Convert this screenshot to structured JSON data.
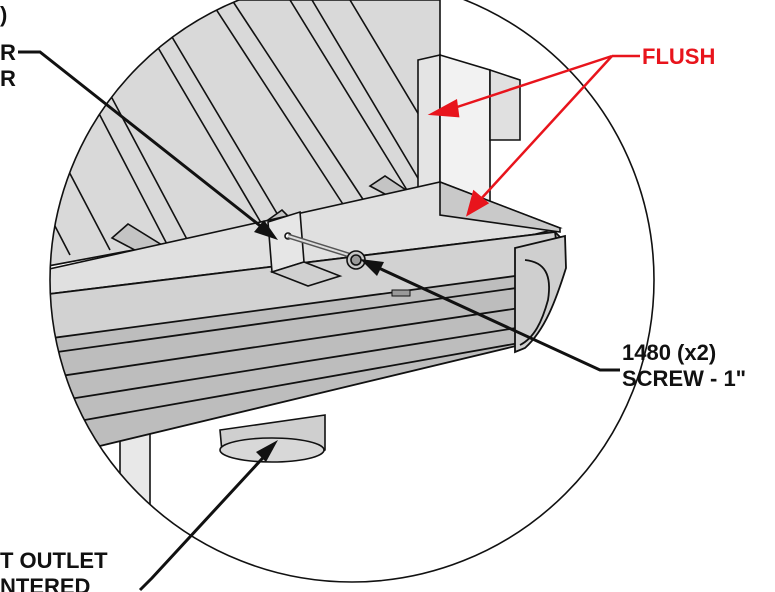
{
  "callouts": {
    "top_left": {
      "lines": [
        ")",
        "R",
        "R"
      ]
    },
    "flush": {
      "text": "FLUSH",
      "color": "#e8141c"
    },
    "screw": {
      "part": "1480 (x2)",
      "desc": "SCREW - 1\""
    },
    "outlet": {
      "lines": [
        "T OUTLET",
        "NTERED"
      ]
    }
  },
  "colors": {
    "gutter_light": "#d6d6d6",
    "gutter_mid": "#bdbdbd",
    "gutter_dark": "#a8a8a8",
    "roof_panel": "#cfcfcf",
    "stroke": "#111111",
    "accent_red": "#e8141c"
  }
}
